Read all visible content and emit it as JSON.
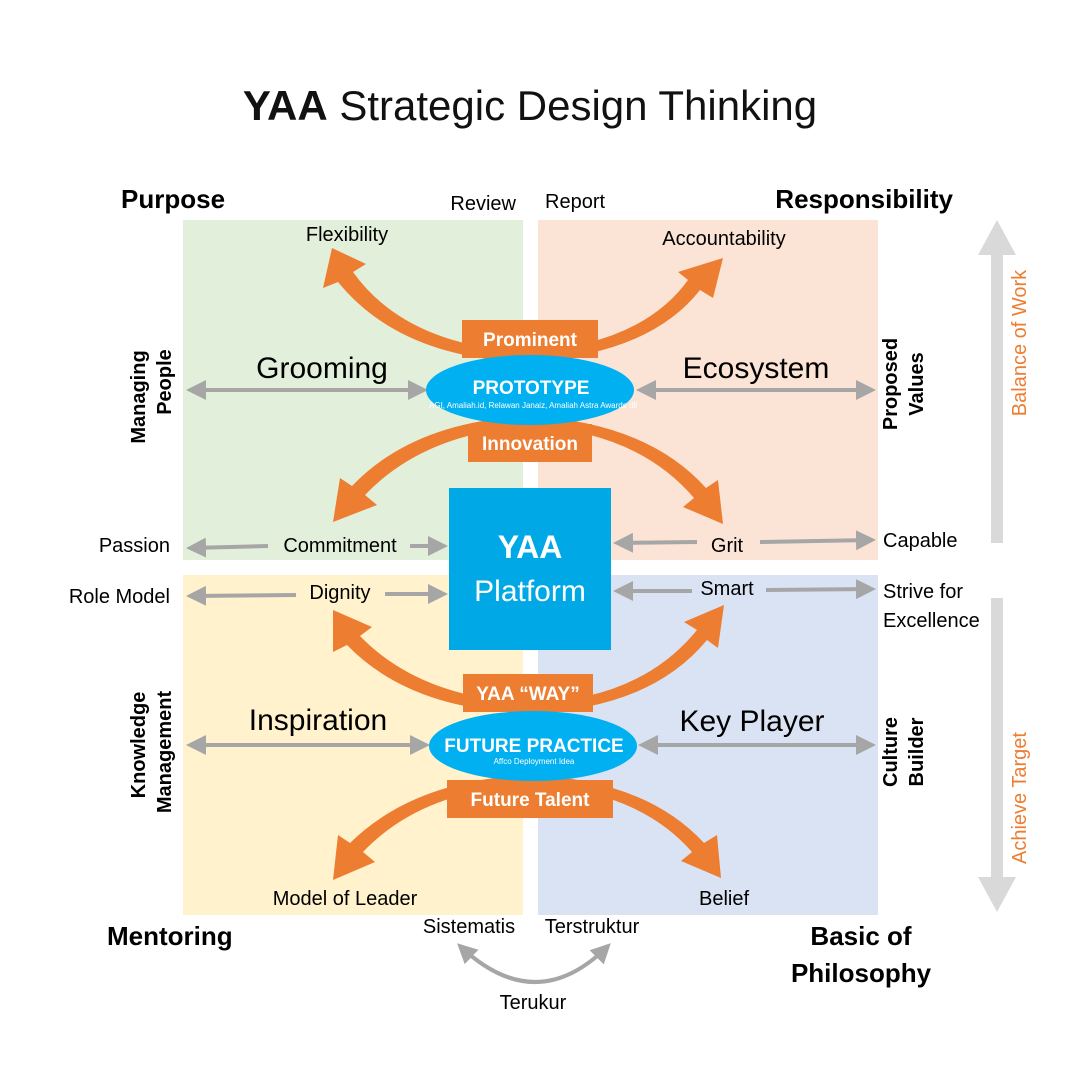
{
  "title": {
    "bold": "YAA",
    "rest": " Strategic Design Thinking"
  },
  "corners": {
    "top_left": "Purpose",
    "top_right": "Responsibility",
    "bottom_left": "Mentoring",
    "bottom_right_line1": "Basic of",
    "bottom_right_line2": "Philosophy"
  },
  "top_labels": {
    "review": "Review",
    "report": "Report"
  },
  "bottom_cycle": {
    "left": "Sistematis",
    "right": "Terstruktur",
    "bottom": "Terukur"
  },
  "left_side": {
    "managing_line1": "Managing",
    "managing_line2": "People",
    "knowledge_line1": "Knowledge",
    "knowledge_line2": "Management",
    "passion": "Passion",
    "role_model": "Role Model"
  },
  "right_side": {
    "proposed_line1": "Proposed",
    "proposed_line2": "Values",
    "culture_line1": "Culture",
    "culture_line2": "Builder",
    "capable": "Capable",
    "strive_line1": "Strive for",
    "strive_line2": "Excellence"
  },
  "far_right": {
    "balance": "Balance of Work",
    "achieve": "Achieve Target"
  },
  "quadrants": {
    "tl": {
      "top": "Flexibility",
      "main": "Grooming",
      "bottom": "Commitment"
    },
    "tr": {
      "top": "Accountability",
      "main": "Ecosystem",
      "bottom": "Grit"
    },
    "bl": {
      "top": "Dignity",
      "main": "Inspiration",
      "bottom": "Model of Leader"
    },
    "br": {
      "top": "Smart",
      "main": "Key Player",
      "bottom": "Belief"
    }
  },
  "center_top": {
    "banner_top": "Prominent",
    "ellipse_title": "PROTOTYPE",
    "ellipse_sub": "AGI, Amaliah.id, Relawan Janaiz, Amaliah Astra Awards dll",
    "banner_bottom": "Innovation"
  },
  "center_bottom": {
    "banner_top": "YAA “WAY”",
    "ellipse_title": "FUTURE PRACTICE",
    "ellipse_sub": "Affco Deployment Idea",
    "banner_bottom": "Future Talent"
  },
  "platform": {
    "line1": "YAA",
    "line2": "Platform"
  },
  "colors": {
    "green": "#e2efda",
    "peach": "#fbe4d5",
    "yellow": "#fff2cc",
    "blue": "#dae3f3",
    "orange": "#ed7d31",
    "cyan": "#00b0f0",
    "platform": "#00a9e6",
    "grey": "#a6a6a6",
    "side_arrow": "#d9d9d9"
  }
}
